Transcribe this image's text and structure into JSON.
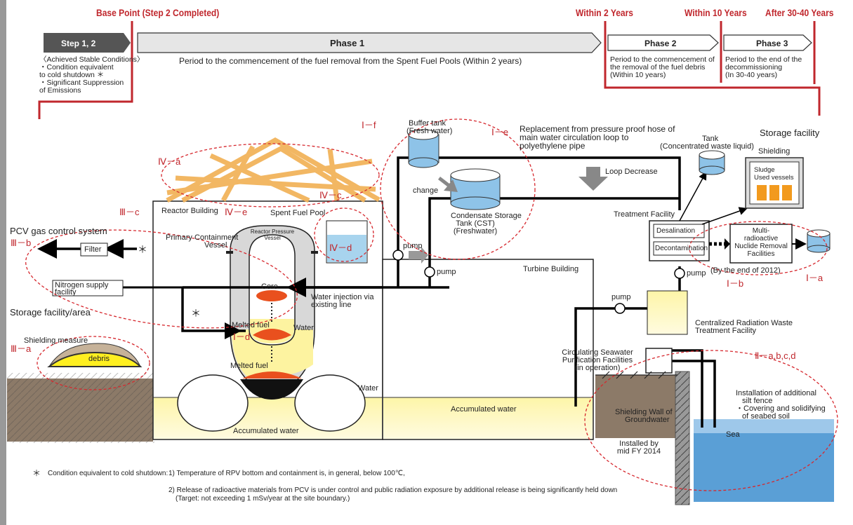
{
  "timeline": {
    "base_point": "Base Point (Step 2 Completed)",
    "within_2": "Within 2 Years",
    "within_10": "Within 10 Years",
    "after_30_40": "After 30-40 Years",
    "step12": {
      "label": "Step 1, 2",
      "desc_1": "〈Achieved Stable Conditions〉",
      "desc_2": "・Condition equivalent",
      "desc_3": "to cold shutdown ＊",
      "desc_4": "・Significant Suppression",
      "desc_5": "of Emissions"
    },
    "phase1": {
      "label": "Phase 1",
      "desc": "Period to the commencement of the fuel removal from the Spent Fuel Pools (Within 2 years)"
    },
    "phase2": {
      "label": "Phase 2",
      "desc_1": "Period to the commencement of",
      "desc_2": "the removal of the fuel debris",
      "desc_3": "(Within 10 years)"
    },
    "phase3": {
      "label": "Phase 3",
      "desc_1": "Period to the end of the",
      "desc_2": "decommissioning",
      "desc_3": "(In 30-40 years)"
    }
  },
  "codes": {
    "i_a": "Ⅰ－a",
    "i_b": "Ⅰ－b",
    "i_d": "Ⅰ－d",
    "i_e": "Ⅰ－e",
    "i_f": "Ⅰ－f",
    "ii": "Ⅱ－a,b,c,d",
    "iii_a": "Ⅲ－a",
    "iii_b": "Ⅲ－b",
    "iii_c": "Ⅲ－c",
    "iv_a": "Ⅳ－a",
    "iv_c": "Ⅳ－c",
    "iv_d": "Ⅳ－d",
    "iv_e": "Ⅳ－e"
  },
  "labels": {
    "i_e_desc_1": "Replacement from pressure proof hose of",
    "i_e_desc_2": "main water circulation loop to",
    "i_e_desc_3": "polyethylene pipe",
    "buffer_tank": "Buffer tank",
    "fresh_water": "(Fresh water)",
    "change": "change",
    "cst_1": "Condensate Storage",
    "cst_2": "Tank (CST)",
    "cst_3": "(Freshwater)",
    "loop_decrease": "Loop Decrease",
    "tank": "Tank",
    "conc_waste": "(Concentrated waste liquid)",
    "storage_facility": "Storage facility",
    "shielding": "Shielding",
    "sludge": "Sludge",
    "used_vessels": "Used vessels",
    "treatment_facility": "Treatment Facility",
    "desalination": "Desalination",
    "decontamination": "Decontamination",
    "multi_1": "Multi-",
    "multi_2": "radioactive",
    "multi_3": "Nuclide Removal",
    "multi_4": "Facilities",
    "by_end_2012": "(By the end of 2012)",
    "reactor_building": "Reactor Building",
    "spent_fuel_pool": "Spent Fuel Pool",
    "pcv_gas": "PCV gas control system",
    "pcv_1": "Primary Containment",
    "pcv_2": "Vessel",
    "rpv_1": "Reactor Pressure",
    "rpv_2": "Vessel",
    "filter": "Filter",
    "asterisk": "＊",
    "nitrogen_1": "Nitrogen supply",
    "nitrogen_2": "facility",
    "storage_area": "Storage facility/area",
    "core": "Core",
    "water_inj_1": "Water injection via",
    "water_inj_2": "existing line",
    "melted_fuel": "Melted fuel",
    "water": "Water",
    "pump": "pump",
    "turbine_building": "Turbine Building",
    "shielding_measure": "Shielding measure",
    "debris": "debris",
    "centralized_1": "Centralized Radiation Waste",
    "centralized_2": "Treatment Facility",
    "circ_1": "Circulating Seawater",
    "circ_2": "Purification Facilities",
    "circ_3": "(in operation)",
    "silt_1": "Installation of additional",
    "silt_2": "silt fence",
    "silt_3": "・Covering and solidifying",
    "silt_4": "of seabed soil",
    "shield_wall_1": "Shielding Wall of",
    "shield_wall_2": "Groundwater",
    "installed_1": "Installed by",
    "installed_2": "mid FY 2014",
    "sea": "Sea",
    "accumulated_water": "Accumulated water"
  },
  "footnote": {
    "star": "＊",
    "cond": "Condition equivalent to cold shutdown:",
    "item1": "1) Temperature of RPV bottom and containment is, in general, below 100℃,",
    "item2": "2) Release of radioactive materials from PCV is under control and public radiation exposure by  additional release is being significantly held down",
    "item3": "(Target: not exceeding 1 mSv/year at the site boundary.)"
  }
}
